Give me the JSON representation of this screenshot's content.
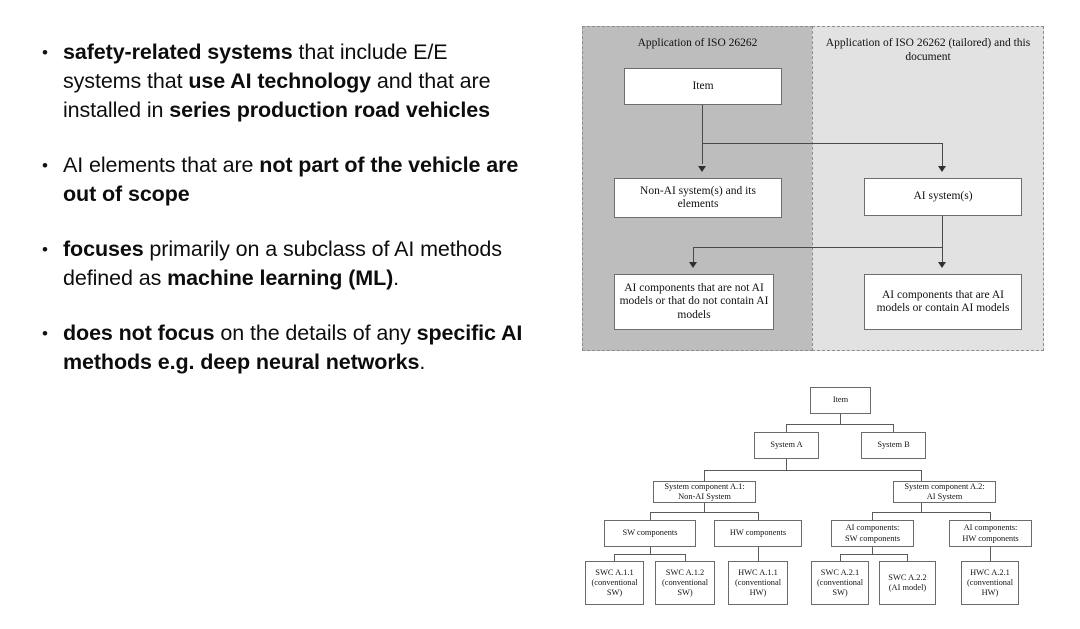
{
  "slide": {
    "bullets": [
      {
        "marker": "•",
        "segments": [
          {
            "text": "safety-related systems",
            "bold": true
          },
          {
            "text": " that include E/E systems that ",
            "bold": false
          },
          {
            "text": "use AI technology",
            "bold": true
          },
          {
            "text": " and that are installed in ",
            "bold": false
          },
          {
            "text": "series production road vehicles",
            "bold": true
          }
        ]
      },
      {
        "marker": "•",
        "segments": [
          {
            "text": "AI elements that are ",
            "bold": false
          },
          {
            "text": "not part of the vehicle are out of scope",
            "bold": true
          }
        ]
      },
      {
        "marker": "•",
        "segments": [
          {
            "text": "focuses",
            "bold": true
          },
          {
            "text": " primarily on a subclass of AI methods defined as ",
            "bold": false
          },
          {
            "text": "machine learning (ML)",
            "bold": true
          },
          {
            "text": ".",
            "bold": false
          }
        ]
      },
      {
        "marker": "•",
        "segments": [
          {
            "text": "does not focus",
            "bold": true
          },
          {
            "text": " on the details of any ",
            "bold": false
          },
          {
            "text": "specific AI methods e.g. deep neural networks",
            "bold": true
          },
          {
            "text": ".",
            "bold": false
          }
        ]
      }
    ]
  },
  "scope_diagram": {
    "left_panel_title": "Application of ISO 26262",
    "right_panel_title": "Application of ISO 26262 (tailored) and this document",
    "left_panel_color": "#bdbdbd",
    "right_panel_color": "#e2e2e2",
    "boxes": {
      "item": "Item",
      "non_ai_system": "Non-AI system(s) and its elements",
      "ai_system": "AI system(s)",
      "ai_components_left": "AI components that are not AI models or that do not contain AI models",
      "ai_components_right": "AI components that are AI models or contain AI models"
    }
  },
  "tree_diagram": {
    "level1": {
      "item": "Item"
    },
    "level2": {
      "system_a": "System A",
      "system_b": "System B"
    },
    "level3": {
      "component_a1": "System component A.1:\nNon-AI System",
      "component_a2": "System component A.2:\nAI System"
    },
    "level4": {
      "sw_components": "SW components",
      "hw_components": "HW components",
      "ai_sw_components": "AI components:\nSW components",
      "ai_hw_components": "AI components:\nHW components"
    },
    "level5": {
      "swc_a11": "SWC A.1.1\n(conventional\nSW)",
      "swc_a12": "SWC A.1.2\n(conventional\nSW)",
      "hwc_a11": "HWC A.1.1\n(conventional\nHW)",
      "swc_a21": "SWC A.2.1\n(conventional\nSW)",
      "swc_a22": "SWC A.2.2\n(AI model)",
      "hwc_a21": "HWC A.2.1\n(conventional\nHW)"
    }
  }
}
